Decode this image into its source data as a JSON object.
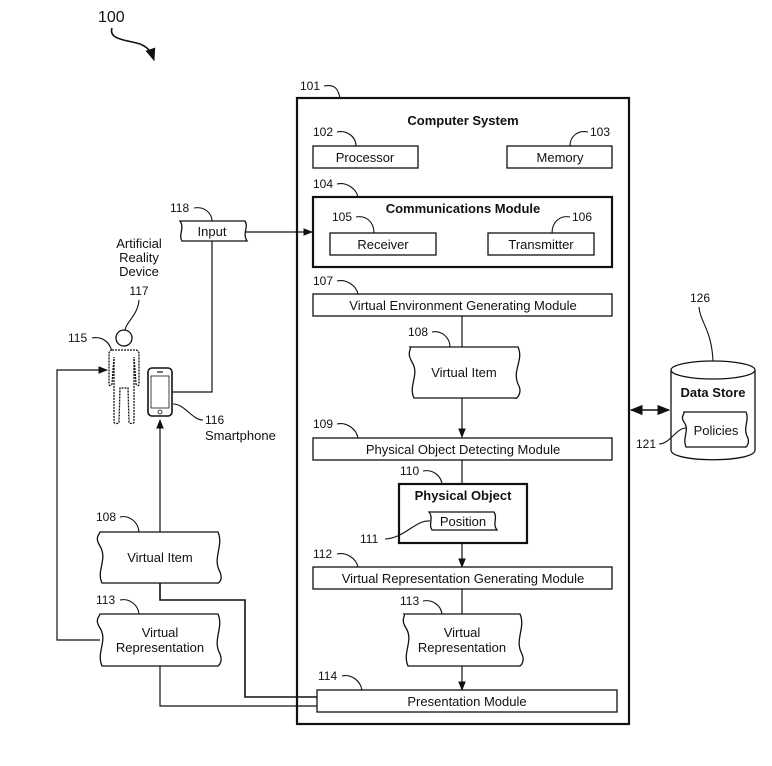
{
  "figure": {
    "ref": "100"
  },
  "computer_system": {
    "ref": "101",
    "title": "Computer System",
    "processor": {
      "ref": "102",
      "label": "Processor"
    },
    "memory": {
      "ref": "103",
      "label": "Memory"
    },
    "communications_module": {
      "ref": "104",
      "title": "Communications Module",
      "receiver": {
        "ref": "105",
        "label": "Receiver"
      },
      "transmitter": {
        "ref": "106",
        "label": "Transmitter"
      }
    },
    "virtual_environment_module": {
      "ref": "107",
      "label": "Virtual Environment Generating Module"
    },
    "virtual_item": {
      "ref": "108",
      "label": "Virtual Item"
    },
    "physical_object_detecting_module": {
      "ref": "109",
      "label": "Physical Object Detecting Module"
    },
    "physical_object": {
      "ref": "110",
      "title": "Physical Object",
      "position": {
        "ref": "111",
        "label": "Position"
      }
    },
    "virtual_representation_module": {
      "ref": "112",
      "label": "Virtual Representation Generating Module"
    },
    "virtual_representation": {
      "ref": "113",
      "label_line1": "Virtual",
      "label_line2": "Representation"
    },
    "presentation_module": {
      "ref": "114",
      "label": "Presentation Module"
    }
  },
  "external": {
    "user": {
      "ref": "115"
    },
    "smartphone": {
      "ref": "116",
      "label": "Smartphone"
    },
    "ar_device": {
      "ref": "117",
      "label_line1": "Artificial",
      "label_line2": "Reality",
      "label_line3": "Device"
    },
    "input": {
      "ref": "118",
      "label": "Input"
    },
    "virtual_item": {
      "ref": "108",
      "label": "Virtual Item"
    },
    "virtual_representation": {
      "ref": "113",
      "label_line1": "Virtual",
      "label_line2": "Representation"
    }
  },
  "data_store": {
    "ref": "126",
    "title": "Data Store",
    "policies": {
      "ref": "121",
      "label": "Policies"
    }
  }
}
